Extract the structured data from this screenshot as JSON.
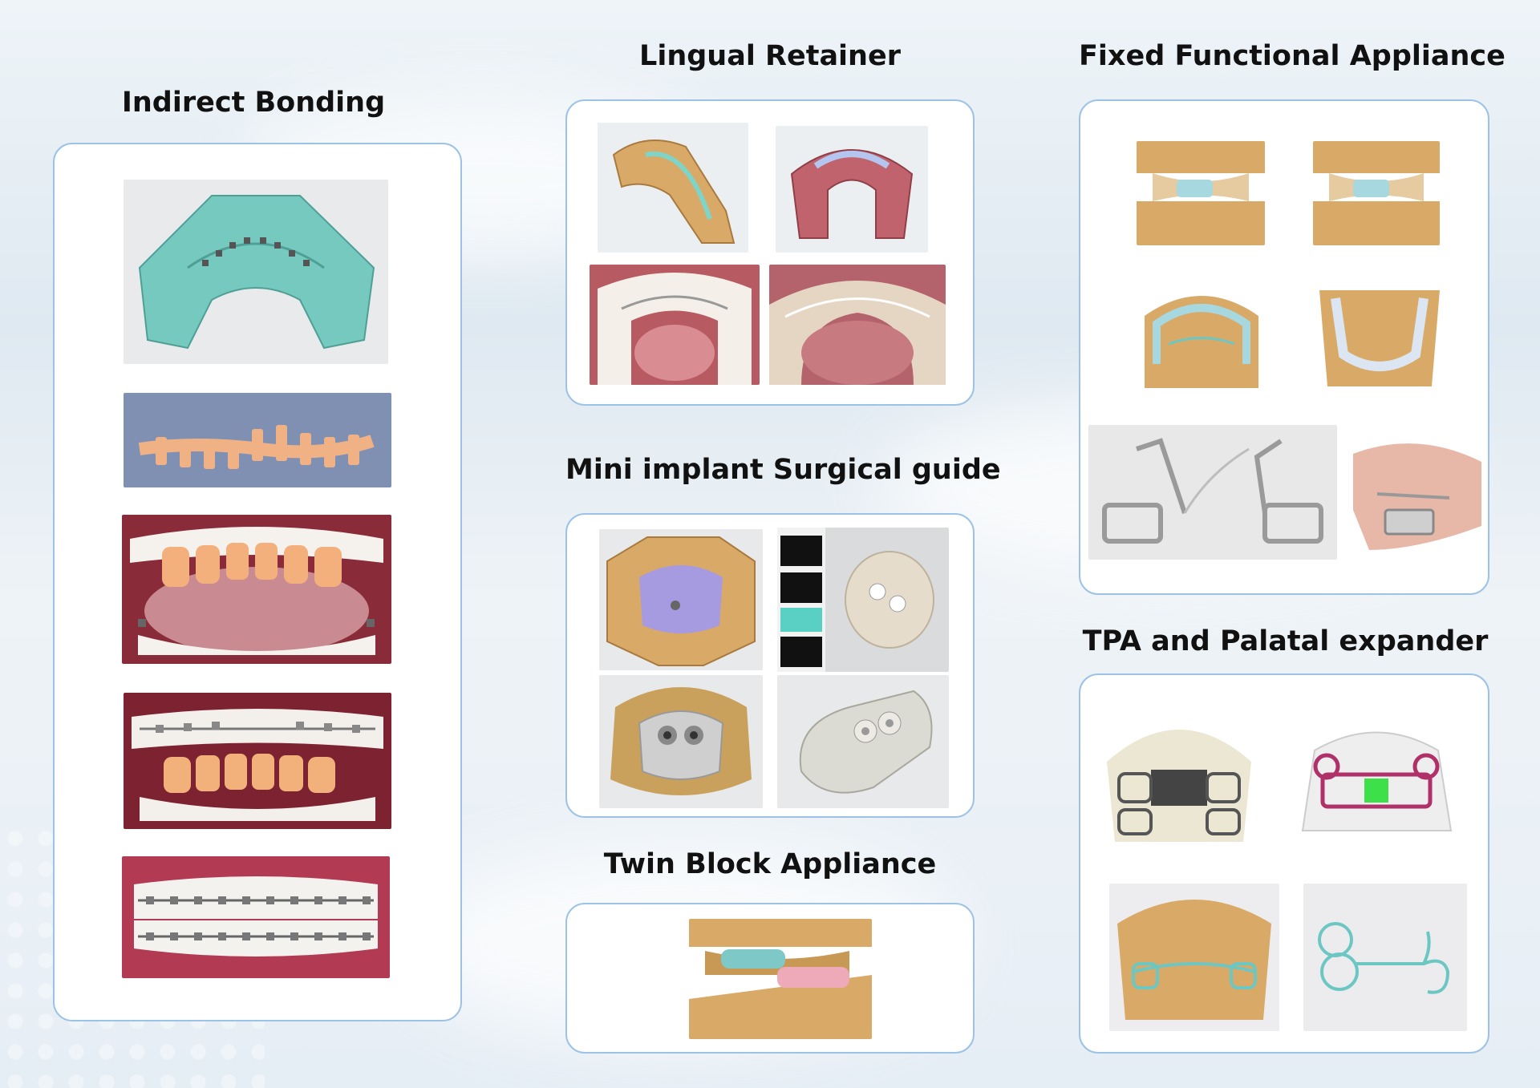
{
  "sections": {
    "indirect_bonding": {
      "title": "Indirect Bonding"
    },
    "lingual_retainer": {
      "title": "Lingual Retainer"
    },
    "fixed_functional": {
      "title": "Fixed Functional Appliance"
    },
    "mini_implant": {
      "title": "Mini implant Surgical guide"
    },
    "twin_block": {
      "title": "Twin Block Appliance"
    },
    "tpa_expander": {
      "title": "TPA and Palatal expander"
    }
  },
  "colors": {
    "panel_border": "#9cc3e6",
    "model_gold": "#d9a968",
    "resin_teal": "#7fd4c8",
    "gum_red": "#c2606a",
    "jig_orange": "#f2b07a"
  }
}
